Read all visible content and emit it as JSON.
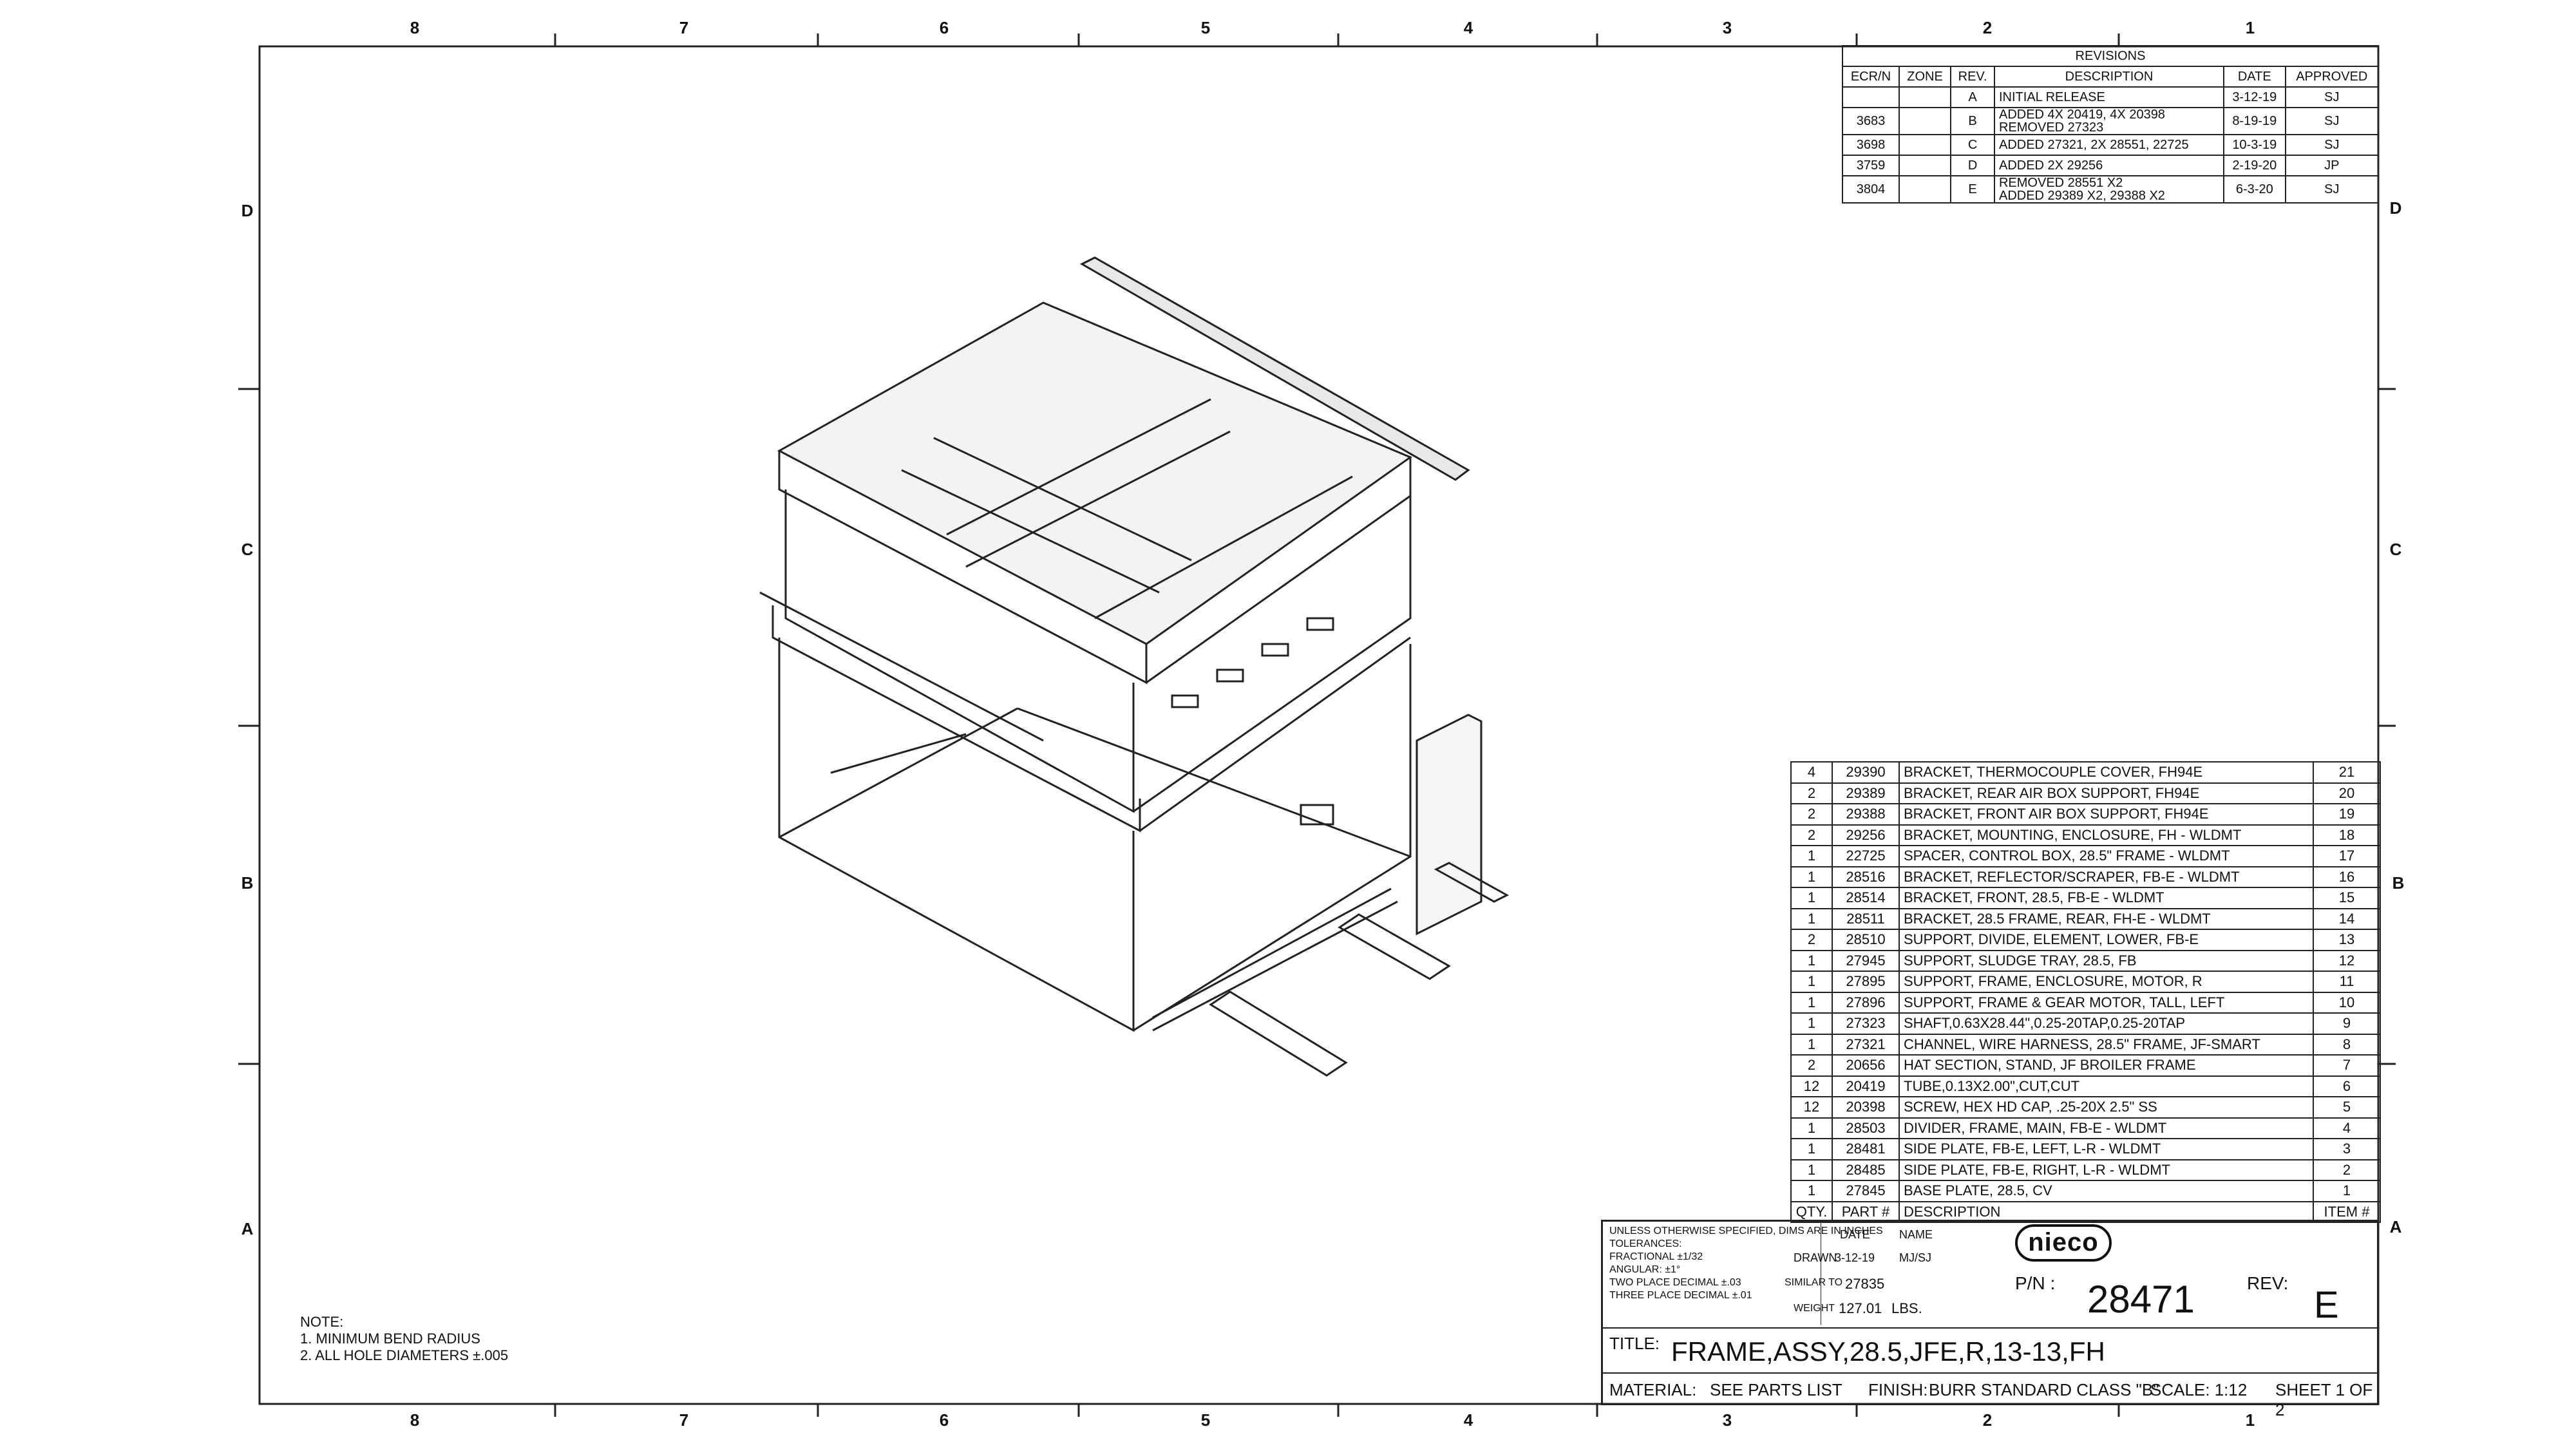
{
  "border_zones": {
    "columns": [
      "8",
      "7",
      "6",
      "5",
      "4",
      "3",
      "2",
      "1"
    ],
    "rows": [
      "D",
      "C",
      "B",
      "A"
    ]
  },
  "revisions": {
    "title": "REVISIONS",
    "headers": [
      "ECR/N",
      "ZONE",
      "REV.",
      "DESCRIPTION",
      "DATE",
      "APPROVED"
    ],
    "rows": [
      {
        "ecrn": "",
        "zone": "",
        "rev": "A",
        "desc": "INITIAL RELEASE",
        "desc2": "",
        "date": "3-12-19",
        "approved": "SJ"
      },
      {
        "ecrn": "3683",
        "zone": "",
        "rev": "B",
        "desc": "ADDED 4X 20419, 4X 20398",
        "desc2": "REMOVED 27323",
        "date": "8-19-19",
        "approved": "SJ"
      },
      {
        "ecrn": "3698",
        "zone": "",
        "rev": "C",
        "desc": "ADDED 27321, 2X 28551, 22725",
        "desc2": "",
        "date": "10-3-19",
        "approved": "SJ"
      },
      {
        "ecrn": "3759",
        "zone": "",
        "rev": "D",
        "desc": "ADDED 2X 29256",
        "desc2": "",
        "date": "2-19-20",
        "approved": "JP"
      },
      {
        "ecrn": "3804",
        "zone": "",
        "rev": "E",
        "desc": "REMOVED 28551 X2",
        "desc2": "ADDED 29389 X2, 29388 X2",
        "date": "6-3-20",
        "approved": "SJ"
      }
    ]
  },
  "bom": {
    "headers": [
      "QTY.",
      "PART #",
      "DESCRIPTION",
      "ITEM #"
    ],
    "rows": [
      {
        "qty": "4",
        "part": "29390",
        "desc": "BRACKET, THERMOCOUPLE COVER, FH94E",
        "item": "21"
      },
      {
        "qty": "2",
        "part": "29389",
        "desc": "BRACKET, REAR AIR BOX SUPPORT, FH94E",
        "item": "20"
      },
      {
        "qty": "2",
        "part": "29388",
        "desc": "BRACKET, FRONT AIR BOX SUPPORT, FH94E",
        "item": "19"
      },
      {
        "qty": "2",
        "part": "29256",
        "desc": "BRACKET, MOUNTING, ENCLOSURE, FH - WLDMT",
        "item": "18"
      },
      {
        "qty": "1",
        "part": "22725",
        "desc": "SPACER, CONTROL BOX, 28.5\" FRAME - WLDMT",
        "item": "17"
      },
      {
        "qty": "1",
        "part": "28516",
        "desc": "BRACKET, REFLECTOR/SCRAPER, FB-E - WLDMT",
        "item": "16"
      },
      {
        "qty": "1",
        "part": "28514",
        "desc": "BRACKET, FRONT, 28.5, FB-E - WLDMT",
        "item": "15"
      },
      {
        "qty": "1",
        "part": "28511",
        "desc": "BRACKET, 28.5 FRAME, REAR, FH-E - WLDMT",
        "item": "14"
      },
      {
        "qty": "2",
        "part": "28510",
        "desc": "SUPPORT, DIVIDE, ELEMENT, LOWER, FB-E",
        "item": "13"
      },
      {
        "qty": "1",
        "part": "27945",
        "desc": "SUPPORT, SLUDGE TRAY, 28.5, FB",
        "item": "12"
      },
      {
        "qty": "1",
        "part": "27895",
        "desc": "SUPPORT, FRAME, ENCLOSURE, MOTOR, R",
        "item": "11"
      },
      {
        "qty": "1",
        "part": "27896",
        "desc": "SUPPORT, FRAME & GEAR MOTOR, TALL, LEFT",
        "item": "10"
      },
      {
        "qty": "1",
        "part": "27323",
        "desc": "SHAFT,0.63X28.44\",0.25-20TAP,0.25-20TAP",
        "item": "9"
      },
      {
        "qty": "1",
        "part": "27321",
        "desc": "CHANNEL, WIRE HARNESS, 28.5\" FRAME, JF-SMART",
        "item": "8"
      },
      {
        "qty": "2",
        "part": "20656",
        "desc": "HAT SECTION, STAND, JF BROILER FRAME",
        "item": "7"
      },
      {
        "qty": "12",
        "part": "20419",
        "desc": "TUBE,0.13X2.00\",CUT,CUT",
        "item": "6"
      },
      {
        "qty": "12",
        "part": "20398",
        "desc": "SCREW, HEX HD CAP, .25-20X 2.5\" SS",
        "item": "5"
      },
      {
        "qty": "1",
        "part": "28503",
        "desc": "DIVIDER, FRAME, MAIN, FB-E - WLDMT",
        "item": "4"
      },
      {
        "qty": "1",
        "part": "28481",
        "desc": "SIDE PLATE, FB-E, LEFT, L-R - WLDMT",
        "item": "3"
      },
      {
        "qty": "1",
        "part": "28485",
        "desc": "SIDE PLATE, FB-E, RIGHT, L-R - WLDMT",
        "item": "2"
      },
      {
        "qty": "1",
        "part": "27845",
        "desc": "BASE PLATE, 28.5, CV",
        "item": "1"
      }
    ]
  },
  "title_block": {
    "tolerance_note": "UNLESS OTHERWISE SPECIFIED, DIMS ARE IN INCHES",
    "tolerances_label": "TOLERANCES:",
    "fractional": "FRACTIONAL ±1/32",
    "angular": "ANGULAR: ±1°",
    "two_place": "TWO PLACE DECIMAL   ±.03",
    "three_place": "THREE PLACE DECIMAL  ±.01",
    "date_header": "DATE",
    "name_header": "NAME",
    "drawn_label": "DRAWN",
    "drawn_date": "3-12-19",
    "drawn_name": "MJ/SJ",
    "similar_label": "SIMILAR TO",
    "similar_value": "27835",
    "weight_label": "WEIGHT",
    "weight_value": "127.01",
    "weight_unit": "LBS.",
    "logo": "nieco",
    "pn_label": "P/N :",
    "pn_value": "28471",
    "rev_label": "REV:",
    "rev_value": "E",
    "title_label": "TITLE:",
    "title_value": "FRAME,ASSY,28.5,JFE,R,13-13,FH",
    "material_label": "MATERIAL:",
    "material_value": "SEE PARTS LIST",
    "finish_label": "FINISH:",
    "finish_value": "BURR STANDARD CLASS \"B\"",
    "scale": "SCALE: 1:12",
    "sheet": "SHEET 1 OF 2"
  },
  "notes": {
    "header": "NOTE:",
    "lines": [
      "1.  MINIMUM BEND RADIUS",
      "2.  ALL HOLE DIAMETERS ±.005"
    ]
  }
}
